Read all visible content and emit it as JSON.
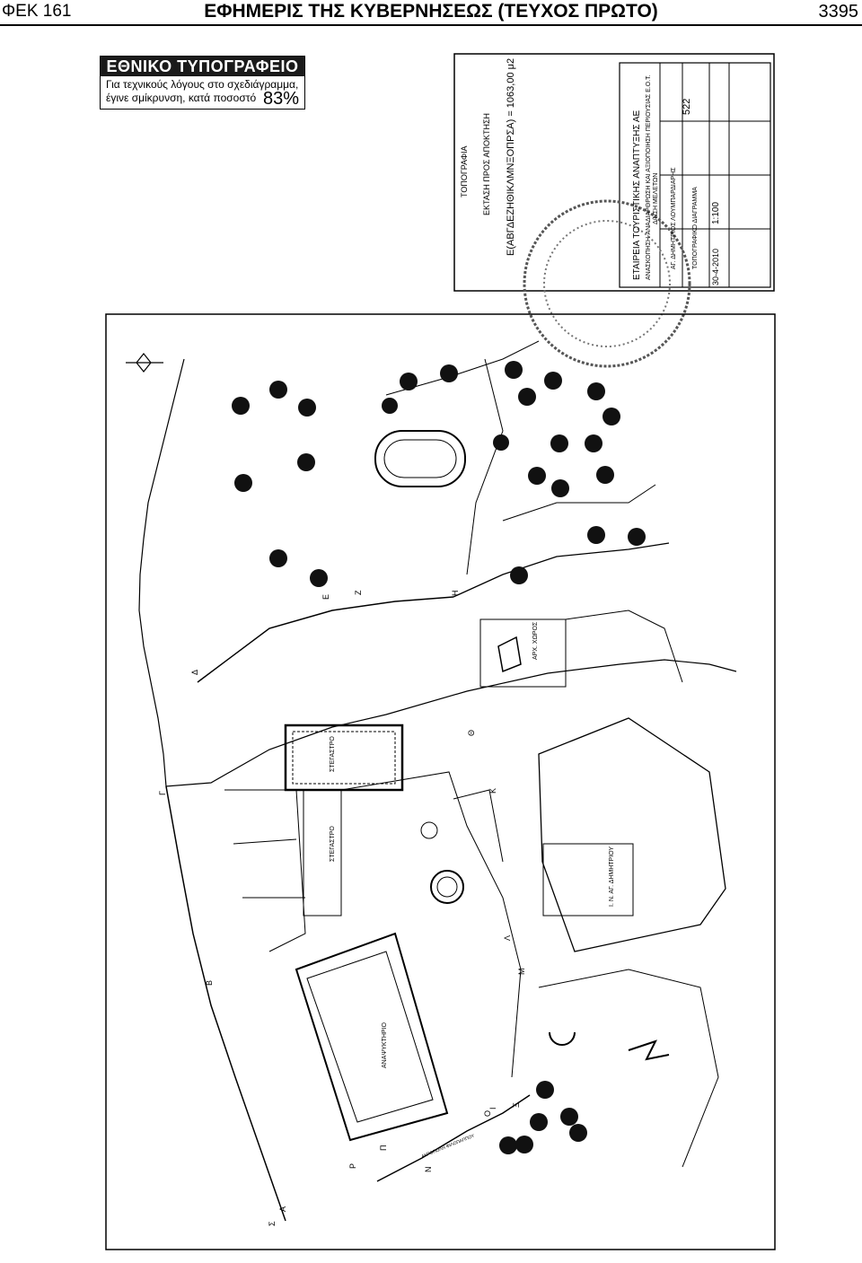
{
  "header": {
    "left": "ΦΕΚ 161",
    "center": "ΕΦΗΜΕΡΙΣ ΤΗΣ ΚΥΒΕΡΝΗΣΕΩΣ (ΤΕΥΧΟΣ ΠΡΩΤΟ)",
    "right": "3395"
  },
  "notice": {
    "title": "ΕΘΝΙΚΟ ΤΥΠΟΓΡΑΦΕΙΟ",
    "line1": "Για τεχνικούς λόγους στο σχεδιάγραμμα,",
    "line2": "έγινε σμίκρυνση, κατά ποσοστό",
    "percent": "83%"
  },
  "title_block": {
    "heading": "ΤΟΠΟΓΡΑΦΙΑ",
    "subheading": "ΕΚΤΑΣΗ ΠΡΟΣ ΑΠΟΚΤΗΣΗ",
    "area": "Ε(ΑΒΓΔΕΖΗΘΙΚΛΜΝΞΟΠΡΣΑ) = 1063,00 μ2",
    "company": "ΕΤΑΙΡΕΙΑ ΤΟΥΡΙΣΤΙΚΗΣ ΑΝΑΠΤΥΞΗΣ ΑΕ",
    "company_sub": "ΑΝΑΣΚΟΠΗΣΗ-ΑΝΑΔΙΑΡΘΡΩΣΗ ΚΑΙ ΑΞΙΟΠΟΙΗΣΗ ΠΕΡΙΟΥΣΙΑΣ Ε.Ο.Τ.",
    "site": "Δ/ΝΣΗ ΜΕΛΕΤΩΝ",
    "project": "ΑΓ. ΔΗΜΗΤΡΙΟΣ ΛΟΥΜΠΑΡΔΙΑΡΗΣ",
    "diagram": "ΤΟΠΟΓΡΑΦΙΚΟ ΔΙΑΓΡΑΜΜΑ",
    "scale": "1:100",
    "date": "30-4-2010",
    "sheet_no": "522"
  },
  "plan_labels": {
    "roof1": "ΣΤΕΓΑΣΤΡΟ",
    "roof2": "ΣΤΕΓΑΣΤΡΟ",
    "church": "Ι. Ν. ΑΓ. ΔΗΜΗΤΡΙΟΥ",
    "archaeological": "ΑΡΧ. ΧΩΡΟΣ",
    "restaurant": "ΑΝΑΨΥΚΤΗΡΙΟ",
    "road": "ΑΚΡΟΠΟΛΗ ΦΙΛΟΠΑΠΠΟΥ"
  },
  "point_letters": [
    "Α",
    "Β",
    "Γ",
    "Δ",
    "Ε",
    "Ζ",
    "Η",
    "Θ",
    "Ι",
    "Κ",
    "Λ",
    "Μ",
    "Ν",
    "Ξ",
    "Ο",
    "Π",
    "Ρ",
    "Σ"
  ]
}
